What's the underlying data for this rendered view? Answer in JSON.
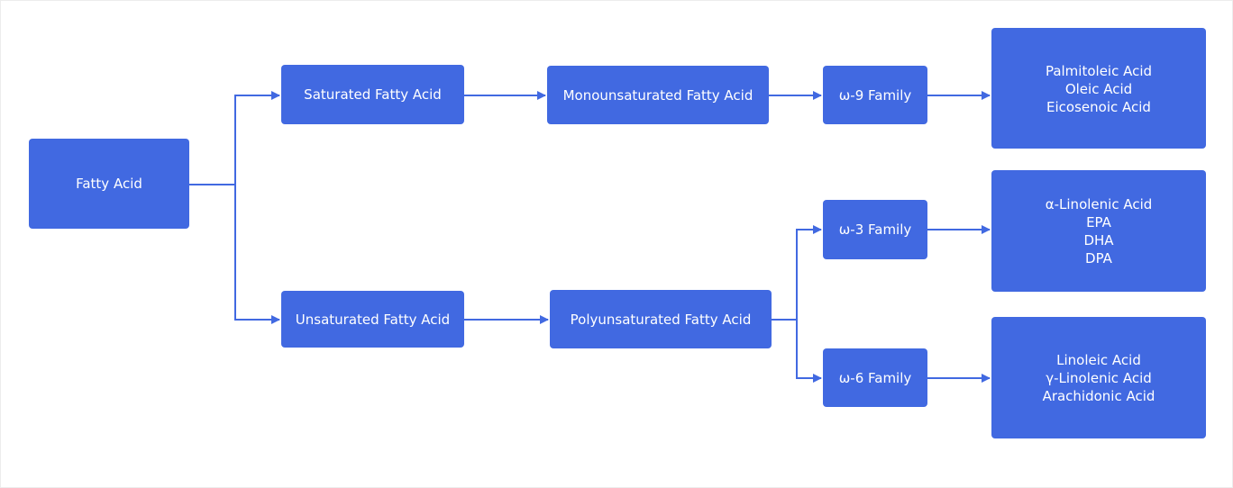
{
  "colors": {
    "node_fill": "#4169e1",
    "node_text": "#ffffff",
    "connector": "#4169e1",
    "background": "#ffffff"
  },
  "nodes": {
    "fatty_acid": "Fatty Acid",
    "saturated": "Saturated Fatty Acid",
    "unsaturated": "Unsaturated Fatty Acid",
    "monounsaturated": "Monounsaturated Fatty Acid",
    "polyunsaturated": "Polyunsaturated Fatty Acid",
    "omega9": "ω-9 Family",
    "omega3": "ω-3 Family",
    "omega6": "ω-6 Family",
    "omega9_members": [
      "Palmitoleic Acid",
      "Oleic Acid",
      "Eicosenoic Acid"
    ],
    "omega3_members": [
      "α-Linolenic Acid",
      "EPA",
      "DHA",
      "DPA"
    ],
    "omega6_members": [
      "Linoleic Acid",
      "γ-Linolenic Acid",
      "Arachidonic Acid"
    ]
  }
}
